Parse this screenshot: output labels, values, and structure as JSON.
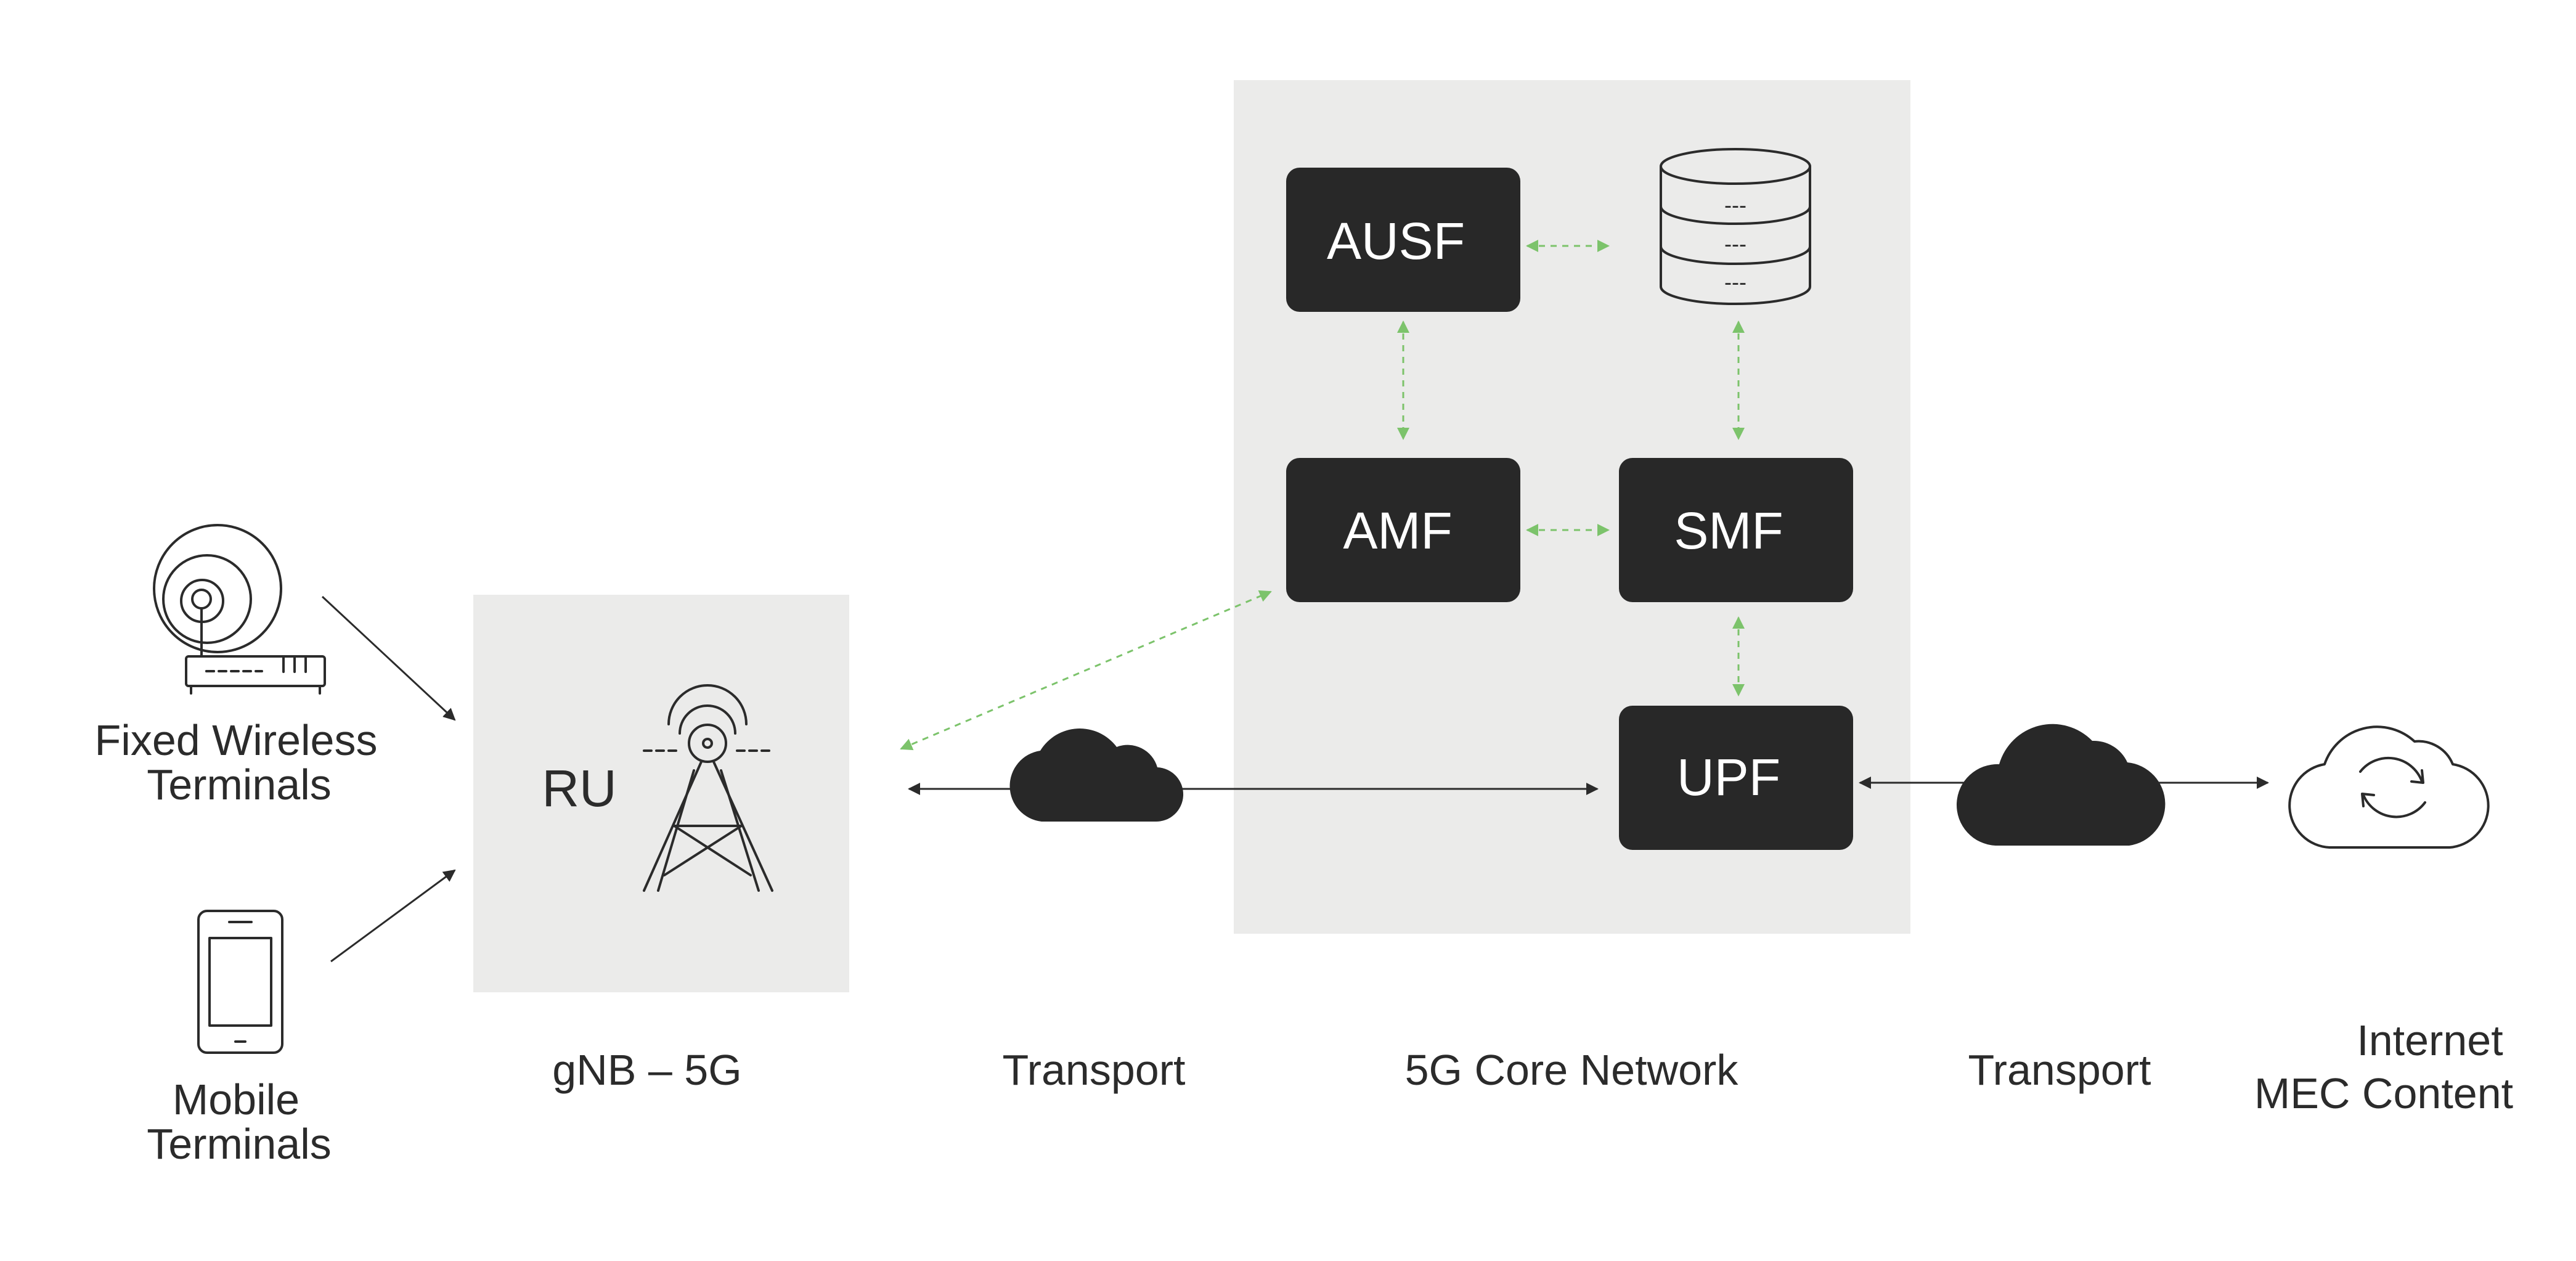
{
  "colors": {
    "panel": "#ebebea",
    "node": "#282828",
    "node_text": "#ffffff",
    "text": "#2b2b2b",
    "green_link": "#7cc36b"
  },
  "terminals": {
    "fixed_line1": "Fixed Wireless",
    "fixed_line2": "Terminals",
    "mobile_line1": "Mobile",
    "mobile_line2": "Terminals"
  },
  "gnb": {
    "ru_label": "RU",
    "caption": "gNB – 5G"
  },
  "transport_left": {
    "caption": "Transport"
  },
  "core": {
    "caption": "5G Core Network",
    "ausf": "AUSF",
    "amf": "AMF",
    "smf": "SMF",
    "upf": "UPF",
    "db_row_text": "---"
  },
  "transport_right": {
    "caption": "Transport"
  },
  "internet": {
    "line1": "Internet",
    "line2": "MEC Content"
  },
  "icons": [
    "router-icon",
    "mobile-phone-icon",
    "cell-tower-icon",
    "cloud-icon",
    "database-icon",
    "internet-cloud-refresh-icon"
  ]
}
